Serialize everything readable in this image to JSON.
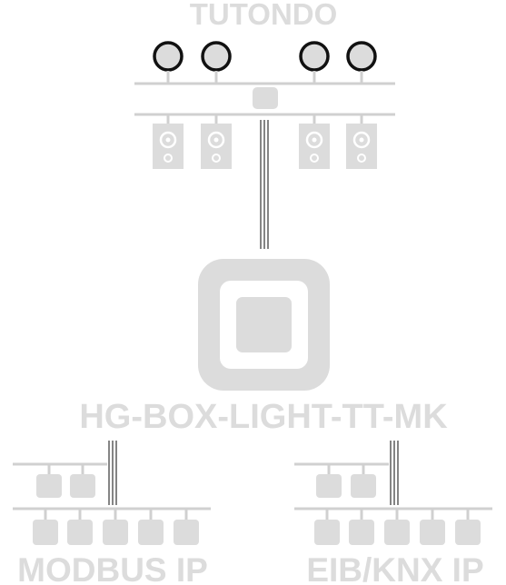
{
  "labels": {
    "top": "TUTONDO",
    "center": "HG-BOX-LIGHT-TT-MK",
    "bottom_left": "MODBUS IP",
    "bottom_right": "EIB/KNX IP"
  },
  "colors": {
    "background": "#ffffff",
    "shape_fill": "#dcdcdc",
    "line": "#d0d0d0",
    "wire_dark": "#333333",
    "knob_ring": "#111111",
    "knob_fill": "#dcdcdc"
  },
  "icons": {
    "knob": "volume-knob-icon",
    "speaker": "speaker-icon",
    "device": "device-module-icon",
    "gateway": "gateway-box-icon"
  }
}
